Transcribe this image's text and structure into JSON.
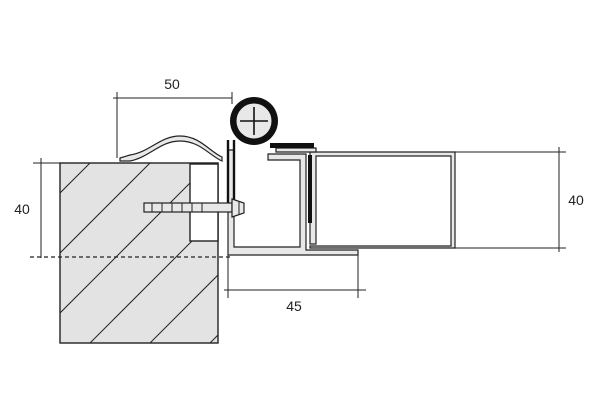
{
  "dimensions": {
    "top_width": "50",
    "left_height": "40",
    "right_height": "40",
    "bottom_width": "45"
  },
  "colors": {
    "line": "#222222",
    "profile_fill": "#e8e8e8",
    "block_fill": "#e3e3e3",
    "seal": "#111111"
  }
}
